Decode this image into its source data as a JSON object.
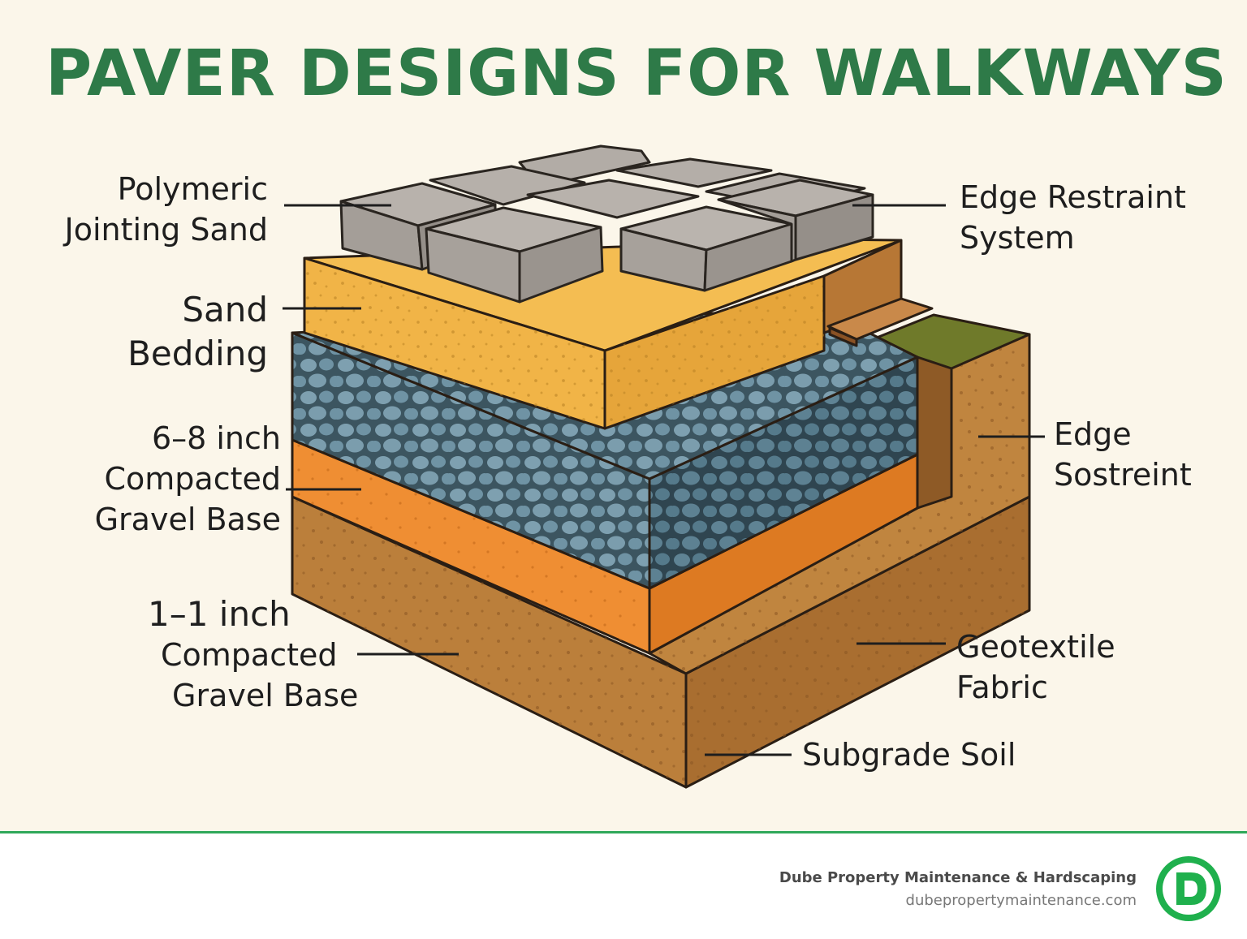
{
  "title": "PAVER DESIGNS FOR WALKWAYS",
  "labels": {
    "polymeric_sand": [
      "Polymeric",
      "Jointing Sand"
    ],
    "sand_bedding": [
      "Sand",
      "Bedding"
    ],
    "gravel_base_6_8": [
      "6–8 inch",
      "Compacted",
      "Gravel Base"
    ],
    "gravel_base_1_1": [
      "1–1 inch",
      "Compacted",
      "Gravel Base"
    ],
    "edge_restraint_system": [
      "Edge Restraint",
      "System"
    ],
    "edge_sostreint": [
      "Edge",
      "Sostreint"
    ],
    "geotextile_fabric": [
      "Geotextile",
      "Fabric"
    ],
    "subgrade_soil": "Subgrade Soil"
  },
  "footer": {
    "company": "Dube Property Maintenance & Hardscaping",
    "url": "dubepropertymaintenance.com",
    "logo_letter": "D"
  },
  "colors": {
    "title": "#2e7a48",
    "accent_green": "#2fa85a",
    "paver": "#a9a29b",
    "sand": "#f0b64a",
    "gravel": "#5a7f8f",
    "orange_layer": "#ec8a30",
    "soil": "#b97e3a"
  }
}
